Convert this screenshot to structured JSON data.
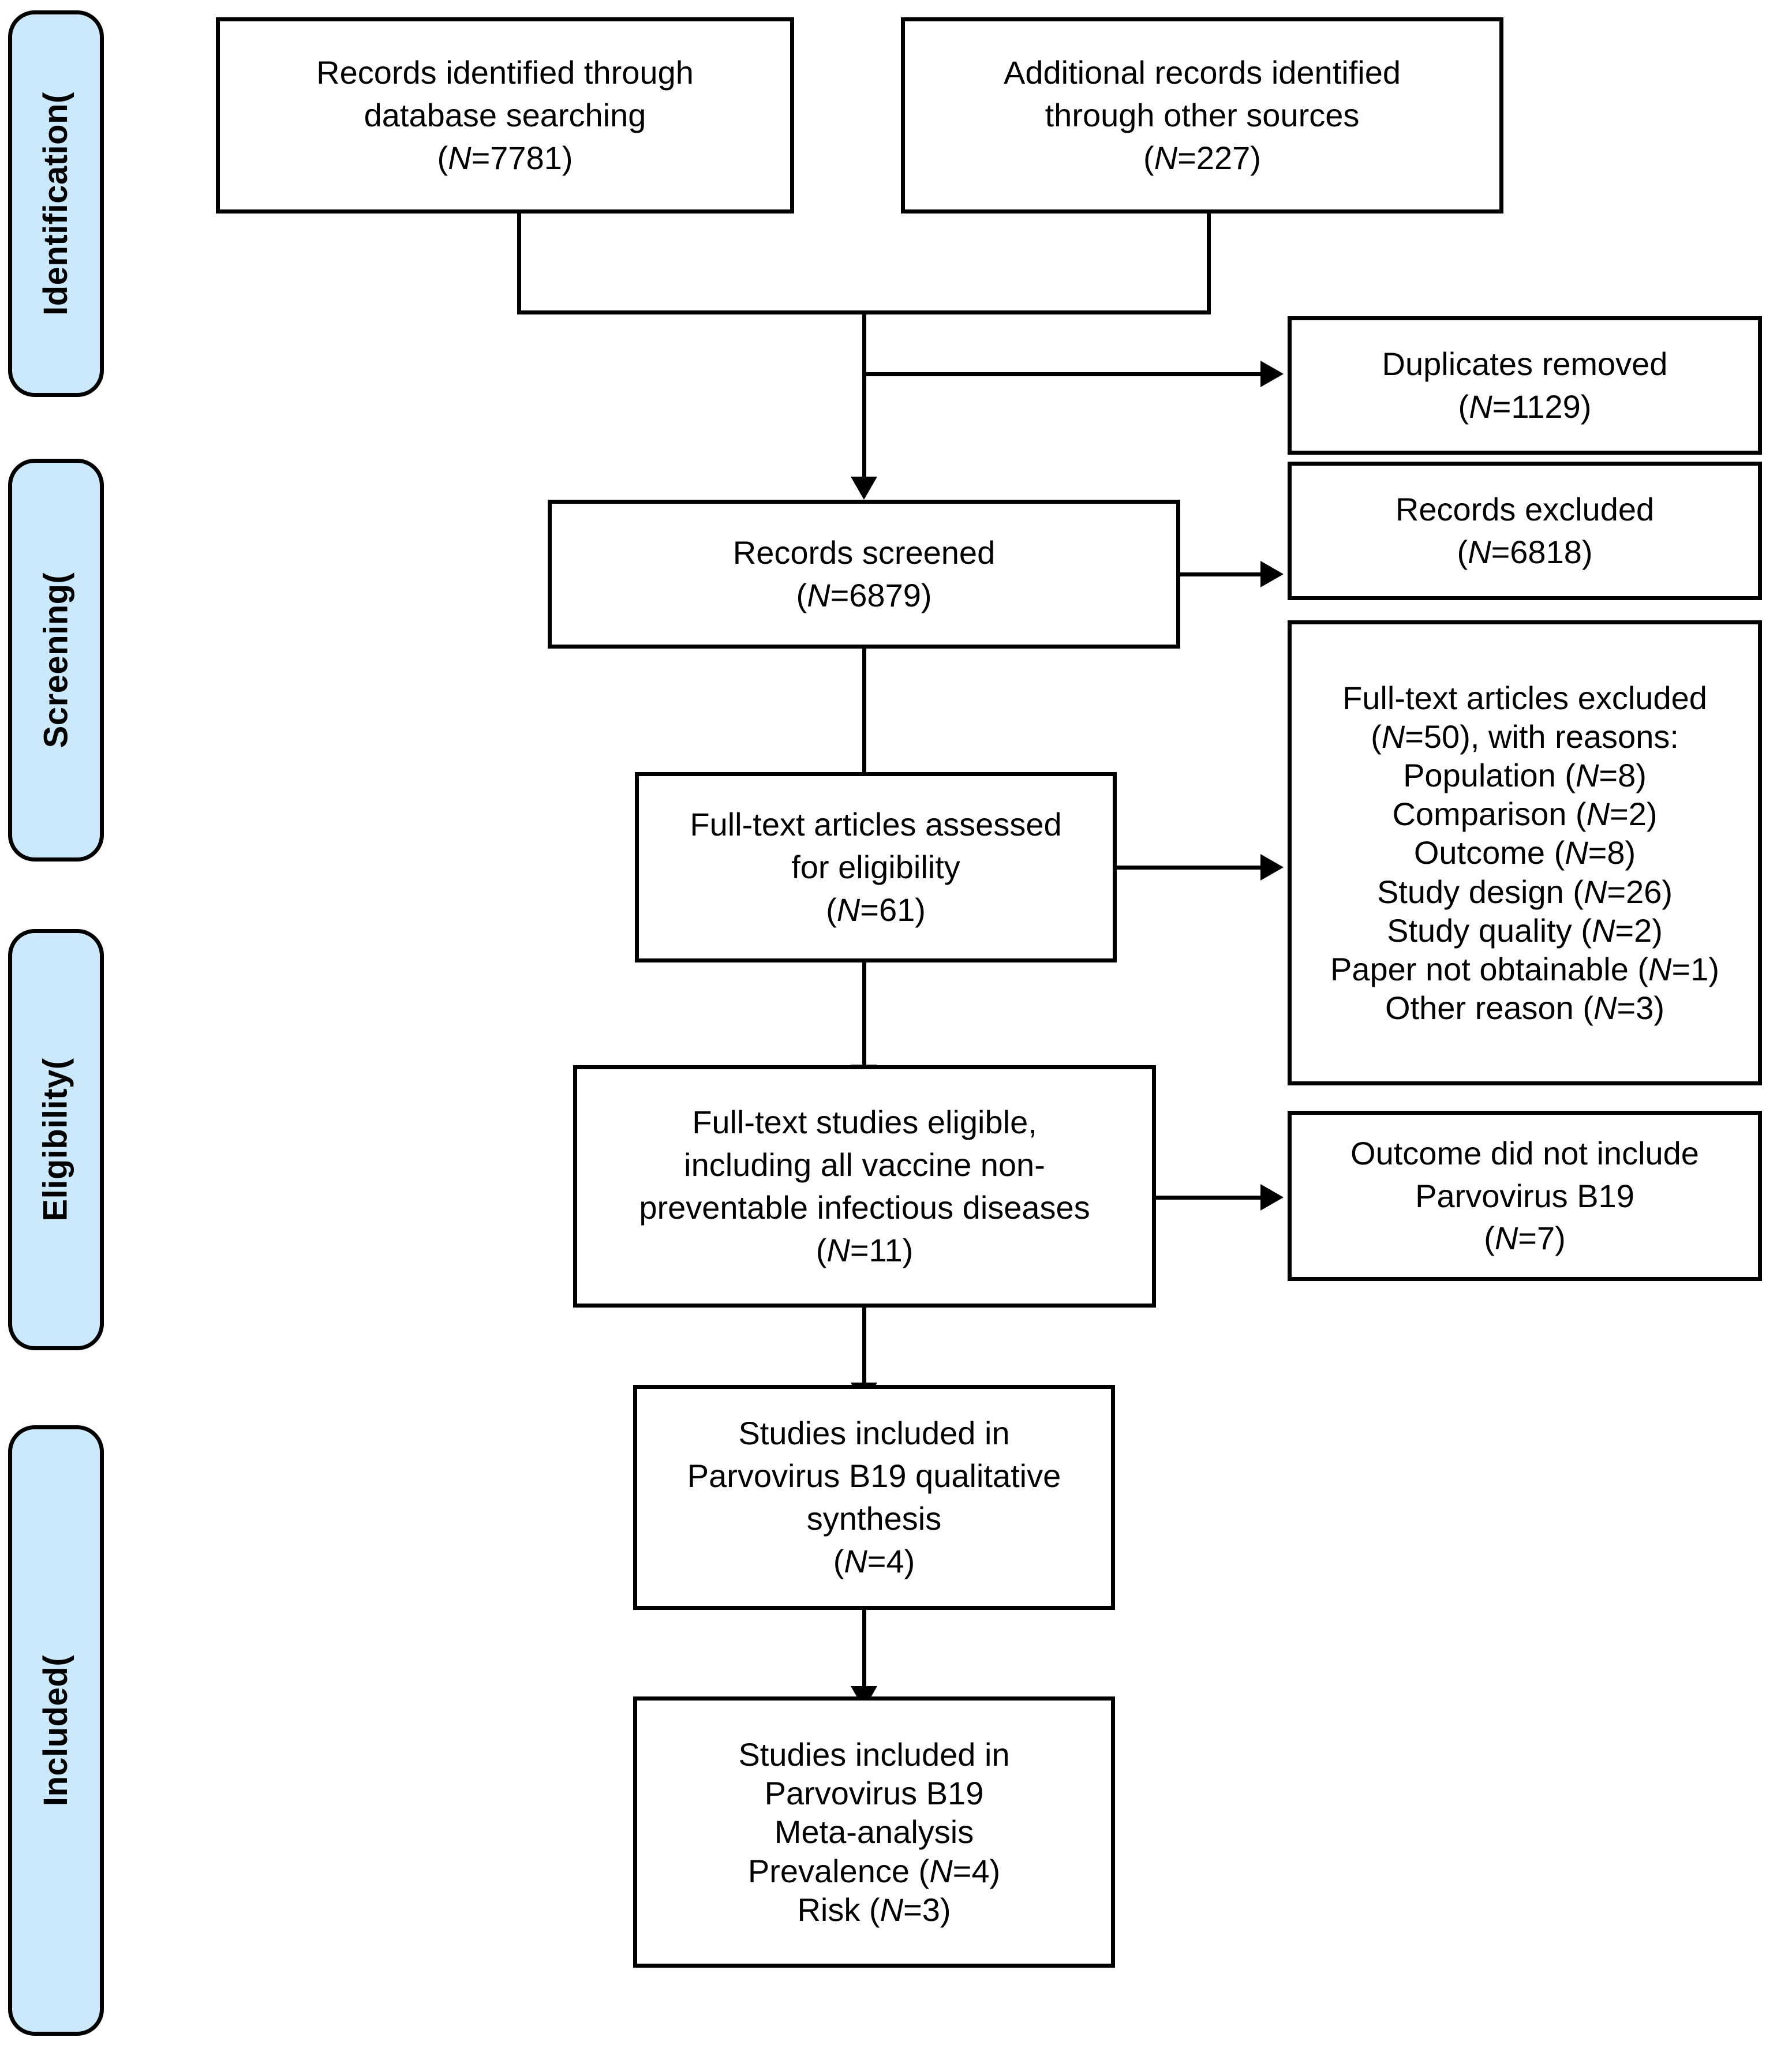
{
  "diagram": {
    "type": "prisma-flow-diagram",
    "accent_color": "#cce8fb",
    "line_color": "#000000",
    "background": "#ffffff"
  },
  "stages": [
    {
      "id": "identification",
      "label": "Identification("
    },
    {
      "id": "screening",
      "label": "Screening("
    },
    {
      "id": "eligibility",
      "label": "Eligibility("
    },
    {
      "id": "included",
      "label": "Included("
    }
  ],
  "boxes": {
    "records_identified_database": {
      "text": "Records identified through\ndatabase searching\n(N=7781)",
      "count": 7781
    },
    "additional_records_other": {
      "text": "Additional records identified\nthrough other sources\n(N=227)",
      "count": 227
    },
    "duplicates_removed": {
      "text": "Duplicates removed\n(N=1129)",
      "count": 1129
    },
    "records_screened": {
      "text": "Records screened\n(N=6879)",
      "count": 6879
    },
    "records_excluded": {
      "text": "Records excluded\n(N=6818)",
      "count": 6818
    },
    "fulltext_excluded": {
      "text": "Full-text articles excluded\n(N=50), with reasons:\nPopulation (N=8)\nComparison (N=2)\nOutcome (N=8)\nStudy design (N=26)\nStudy quality (N=2)\nPaper not obtainable (N=1)\nOther reason (N=3)",
      "count": 50,
      "reasons": [
        {
          "label": "Population",
          "count": 8
        },
        {
          "label": "Comparison",
          "count": 2
        },
        {
          "label": "Outcome",
          "count": 8
        },
        {
          "label": "Study design",
          "count": 26
        },
        {
          "label": "Study quality",
          "count": 2
        },
        {
          "label": "Paper not obtainable",
          "count": 1
        },
        {
          "label": "Other reason",
          "count": 3
        }
      ]
    },
    "fulltext_assessed": {
      "text": "Full-text articles assessed\nfor eligibility\n(N=61)",
      "count": 61
    },
    "fulltext_eligible": {
      "text": "Full-text studies eligible,\nincluding all vaccine non-\npreventable infectious diseases\n(N=11)",
      "count": 11
    },
    "outcome_not_included": {
      "text": "Outcome did not include\nParvovirus B19\n(N=7)",
      "count": 7
    },
    "qualitative_synthesis": {
      "text": "Studies included in\nParvovirus B19 qualitative\nsynthesis\n(N=4)",
      "count": 4
    },
    "meta_analysis": {
      "text": "Studies included in\nParvovirus B19\nMeta-analysis\nPrevalence (N=4)\nRisk (N=3)",
      "prevalence_count": 4,
      "risk_count": 3
    }
  }
}
